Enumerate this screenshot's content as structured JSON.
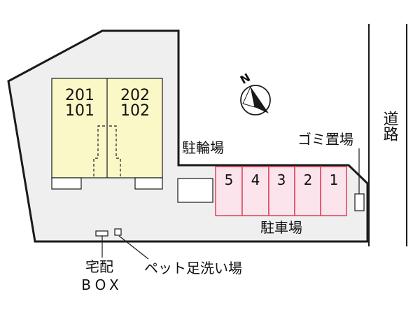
{
  "map": {
    "units": {
      "top": [
        "201",
        "202"
      ],
      "bottom": [
        "101",
        "102"
      ]
    },
    "bicycle_parking_label": "駐輪場",
    "garbage_label": "ゴミ置場",
    "road_label": "道路",
    "parking_label": "駐車場",
    "parking_spaces": [
      "5",
      "4",
      "3",
      "2",
      "1"
    ],
    "north_label": "N",
    "delivery_box_label_1": "宅配",
    "delivery_box_label_2": "BOX",
    "pet_wash_label": "ペット足洗い場",
    "colors": {
      "lot": "#efefef",
      "building": "#fbf8c8",
      "parking_fill": "#fbe4ec",
      "parking_stroke": "#e0405a",
      "line": "#1a1a1a"
    }
  }
}
